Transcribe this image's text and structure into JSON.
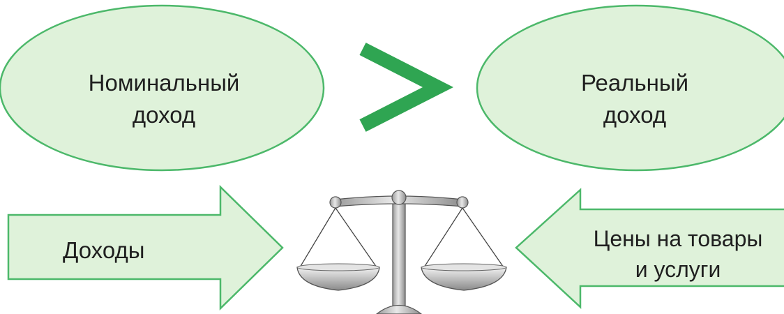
{
  "nominal_income": {
    "line1": "Номинальный",
    "line2": "доход"
  },
  "real_income": {
    "line1": "Реальный",
    "line2": "доход"
  },
  "comparison_sign": "greater-than-icon",
  "incomes_arrow": {
    "label": "Доходы"
  },
  "prices_arrow": {
    "line1": "Цены на товары",
    "line2": "и услуги"
  },
  "scales_icon": "balance-scales-icon",
  "colors": {
    "shape_fill": "#dff2da",
    "shape_stroke": "#4cb86a",
    "sign": "#2fa552",
    "text": "#1f1f1f"
  }
}
